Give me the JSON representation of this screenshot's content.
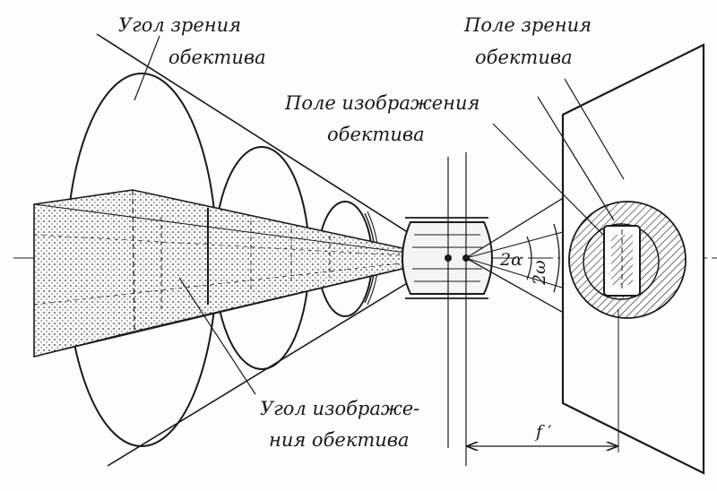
{
  "labels": {
    "view_angle_line1": "Угол зрения",
    "view_angle_line2": "обектива",
    "view_field_line1": "Поле зрения",
    "view_field_line2": "обектива",
    "image_field_line1": "Поле изображения",
    "image_field_line2": "обектива",
    "image_angle_line1": "Угол изображе-",
    "image_angle_line2": "ния обектива"
  },
  "symbols": {
    "alpha": "2α",
    "omega": "2ω",
    "focal": "f ′"
  },
  "colors": {
    "ink": "#1a1a1a",
    "paper": "#fdfdfd"
  }
}
